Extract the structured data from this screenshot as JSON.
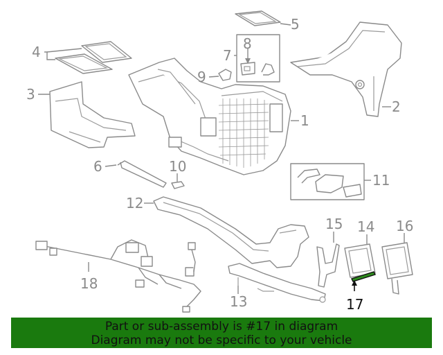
{
  "callouts": {
    "c1": "1",
    "c2": "2",
    "c3": "3",
    "c4": "4",
    "c5": "5",
    "c6": "6",
    "c7": "7",
    "c8": "8",
    "c9": "9",
    "c10": "10",
    "c11": "11",
    "c12": "12",
    "c13": "13",
    "c14": "14",
    "c15": "15",
    "c16": "16",
    "c17": "17",
    "c18": "18"
  },
  "highlight_callout": "17",
  "colors": {
    "banner": "#1a7a0e",
    "highlight_part": "#2e8b1e",
    "line": "#8a8a8a"
  },
  "banner": {
    "line1": "Part or sub-assembly is #17 in diagram",
    "line2": "Diagram may not be specific to your vehicle"
  }
}
